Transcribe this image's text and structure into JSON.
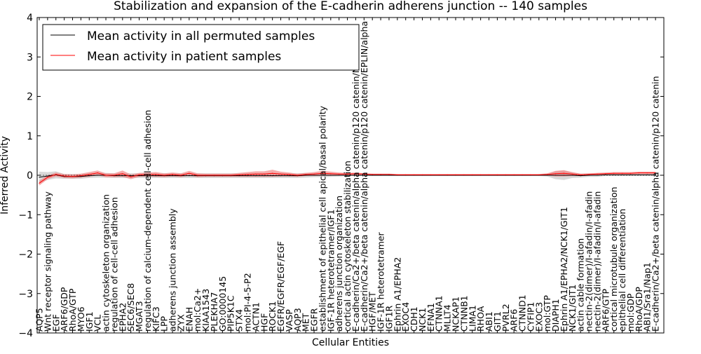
{
  "chart_data": {
    "type": "line",
    "title": "Stabilization and expansion of the E-cadherin adherens junction -- 140 samples",
    "xlabel": "Cellular Entities",
    "ylabel": "Inferred Activity",
    "ylim": [
      -4,
      4
    ],
    "yticks": [
      "−4",
      "−3",
      "−2",
      "−1",
      "0",
      "1",
      "2",
      "3",
      "4"
    ],
    "grid": false,
    "legend_position": "top-left",
    "categories": [
      "AQP5",
      "Wnt receptor signaling pathway",
      "EGF",
      "ARF6/GDP",
      "RhoA/GTP",
      "MYO6",
      "IGF1",
      "VCL",
      "actin cytoskeleton organization",
      "regulation of cell-cell adhesion",
      "EPHA2",
      "SEC6/SEC8",
      "MGAT3",
      "regulation of calcium-dependent cell-cell adhesion",
      "KIFC3",
      "LPP",
      "adherens junction assembly",
      "ZYX",
      "ENAH",
      "mol:Ca2+",
      "KIAA1543",
      "PLEKHA7",
      "GO:0000145",
      "PIP5K1C",
      "STX4",
      "mol:PI-4-5-P2",
      "ACTN1",
      "HGF",
      "ROCK1",
      "EGFR/EGFR/EGF/EGF",
      "VASP",
      "AQP3",
      "MET",
      "EGFR",
      "establishment of epithelial cell apical/basal polarity",
      "IGF-1R heterotetramer/IGF1",
      "adherens junction organization",
      "cortical actin cytoskeleton stabilization",
      "E-cadherin/Ca2+/beta catenin/alpha catenin/p120 catenin/NE",
      "E-cadherin/Ca2+/beta catenin/alpha catenin/p120 catenin/EPLIN/alpha",
      "HGF/MET",
      "IGF-1R heterotetramer",
      "IGF1R",
      "Ephrin A1/EPHA2",
      "EXOC4",
      "CDH1",
      "NCK1",
      "EFNA1",
      "CTNNA1",
      "MLLT4",
      "NCKAP1",
      "CTNNB1",
      "LIMA1",
      "RHOA",
      "ABI1",
      "GIT1",
      "PVRL2",
      "ARF6",
      "CTNND1",
      "CYFIP1",
      "EXOC3",
      "mol:GTP",
      "DIAPH1",
      "Ephrin A1/EPHA2/NCK1/GIT1",
      "NCK1/GIT1",
      "actin cable formation",
      "nectin-2(dimer)/I-afadin/I-afadin",
      "nectin-2(dimer)/I-afadin/I-afadin",
      "ARF6/GTP",
      "cortical microtubule organization",
      "epithelial cell differentiation",
      "mol:GDP",
      "RhoA/GDP",
      "ABI1/Sra1/Nap1",
      "E-cadherin/Ca2+/beta catenin/alpha catenin/p120 catenin"
    ],
    "series": [
      {
        "name": "Mean activity in all permuted samples",
        "color": "#000000",
        "band_color": "#bfbfbf",
        "values": [
          -0.05,
          -0.02,
          0.01,
          -0.03,
          -0.03,
          -0.03,
          -0.01,
          0.0,
          0.0,
          -0.01,
          -0.01,
          -0.01,
          -0.01,
          -0.01,
          -0.01,
          -0.01,
          -0.01,
          -0.01,
          -0.01,
          -0.01,
          -0.01,
          -0.01,
          -0.01,
          -0.01,
          -0.01,
          -0.01,
          -0.01,
          -0.01,
          -0.01,
          -0.01,
          -0.01,
          -0.01,
          0.0,
          0.0,
          0.0,
          0.0,
          0.0,
          0.0,
          0.0,
          0.0,
          0.0,
          0.0,
          0.0,
          0.0,
          0.0,
          0.0,
          0.0,
          0.0,
          0.0,
          0.0,
          0.0,
          0.0,
          0.0,
          0.0,
          0.0,
          0.0,
          0.0,
          0.0,
          0.0,
          0.0,
          0.0,
          0.0,
          0.0,
          0.0,
          0.0,
          -0.01,
          0.0,
          0.0,
          0.01,
          0.01,
          0.01,
          0.01,
          0.01,
          0.01,
          0.01
        ],
        "band_halfwidth": [
          0.14,
          0.1,
          0.09,
          0.06,
          0.06,
          0.06,
          0.06,
          0.06,
          0.06,
          0.06,
          0.06,
          0.06,
          0.06,
          0.06,
          0.06,
          0.06,
          0.06,
          0.06,
          0.06,
          0.06,
          0.06,
          0.06,
          0.06,
          0.06,
          0.06,
          0.06,
          0.06,
          0.06,
          0.06,
          0.06,
          0.06,
          0.06,
          0.06,
          0.05,
          0.05,
          0.04,
          0.03,
          0.02,
          0.02,
          0.02,
          0.02,
          0.02,
          0.02,
          0.02,
          0.02,
          0.02,
          0.02,
          0.02,
          0.02,
          0.02,
          0.02,
          0.02,
          0.02,
          0.02,
          0.02,
          0.02,
          0.02,
          0.02,
          0.02,
          0.02,
          0.02,
          0.03,
          0.1,
          0.12,
          0.07,
          0.05,
          0.04,
          0.04,
          0.03,
          0.03,
          0.03,
          0.03,
          0.03,
          0.03,
          0.03
        ]
      },
      {
        "name": "Mean activity in patient samples",
        "color": "#ff0000",
        "band_color": "#f08080",
        "values": [
          -0.2,
          -0.05,
          0.02,
          -0.02,
          -0.03,
          -0.01,
          0.02,
          0.06,
          0.0,
          0.0,
          0.04,
          -0.04,
          0.01,
          0.02,
          0.02,
          0.0,
          0.02,
          0.0,
          0.05,
          0.0,
          0.0,
          0.0,
          0.0,
          0.0,
          0.01,
          0.02,
          0.03,
          0.03,
          0.05,
          0.03,
          0.02,
          0.0,
          0.02,
          0.03,
          0.05,
          0.04,
          0.03,
          0.03,
          0.04,
          0.03,
          0.02,
          0.02,
          0.02,
          0.01,
          0.01,
          0.01,
          0.01,
          0.01,
          0.01,
          0.01,
          0.01,
          0.01,
          0.01,
          0.01,
          0.01,
          0.01,
          0.01,
          0.01,
          0.01,
          0.01,
          0.01,
          0.02,
          0.04,
          0.05,
          0.03,
          0.01,
          0.02,
          0.03,
          0.04,
          0.05,
          0.05,
          0.05,
          0.06,
          0.06,
          0.06
        ],
        "band_halfwidth": [
          0.06,
          0.05,
          0.05,
          0.05,
          0.05,
          0.05,
          0.06,
          0.06,
          0.05,
          0.05,
          0.08,
          0.06,
          0.05,
          0.05,
          0.06,
          0.05,
          0.05,
          0.05,
          0.06,
          0.05,
          0.04,
          0.04,
          0.04,
          0.04,
          0.05,
          0.06,
          0.07,
          0.07,
          0.09,
          0.06,
          0.05,
          0.04,
          0.04,
          0.05,
          0.06,
          0.05,
          0.04,
          0.03,
          0.03,
          0.02,
          0.02,
          0.02,
          0.02,
          0.02,
          0.02,
          0.02,
          0.02,
          0.02,
          0.02,
          0.02,
          0.02,
          0.02,
          0.02,
          0.02,
          0.02,
          0.02,
          0.02,
          0.02,
          0.02,
          0.02,
          0.02,
          0.03,
          0.07,
          0.08,
          0.05,
          0.03,
          0.03,
          0.03,
          0.03,
          0.03,
          0.03,
          0.03,
          0.03,
          0.03,
          0.03
        ]
      }
    ]
  }
}
